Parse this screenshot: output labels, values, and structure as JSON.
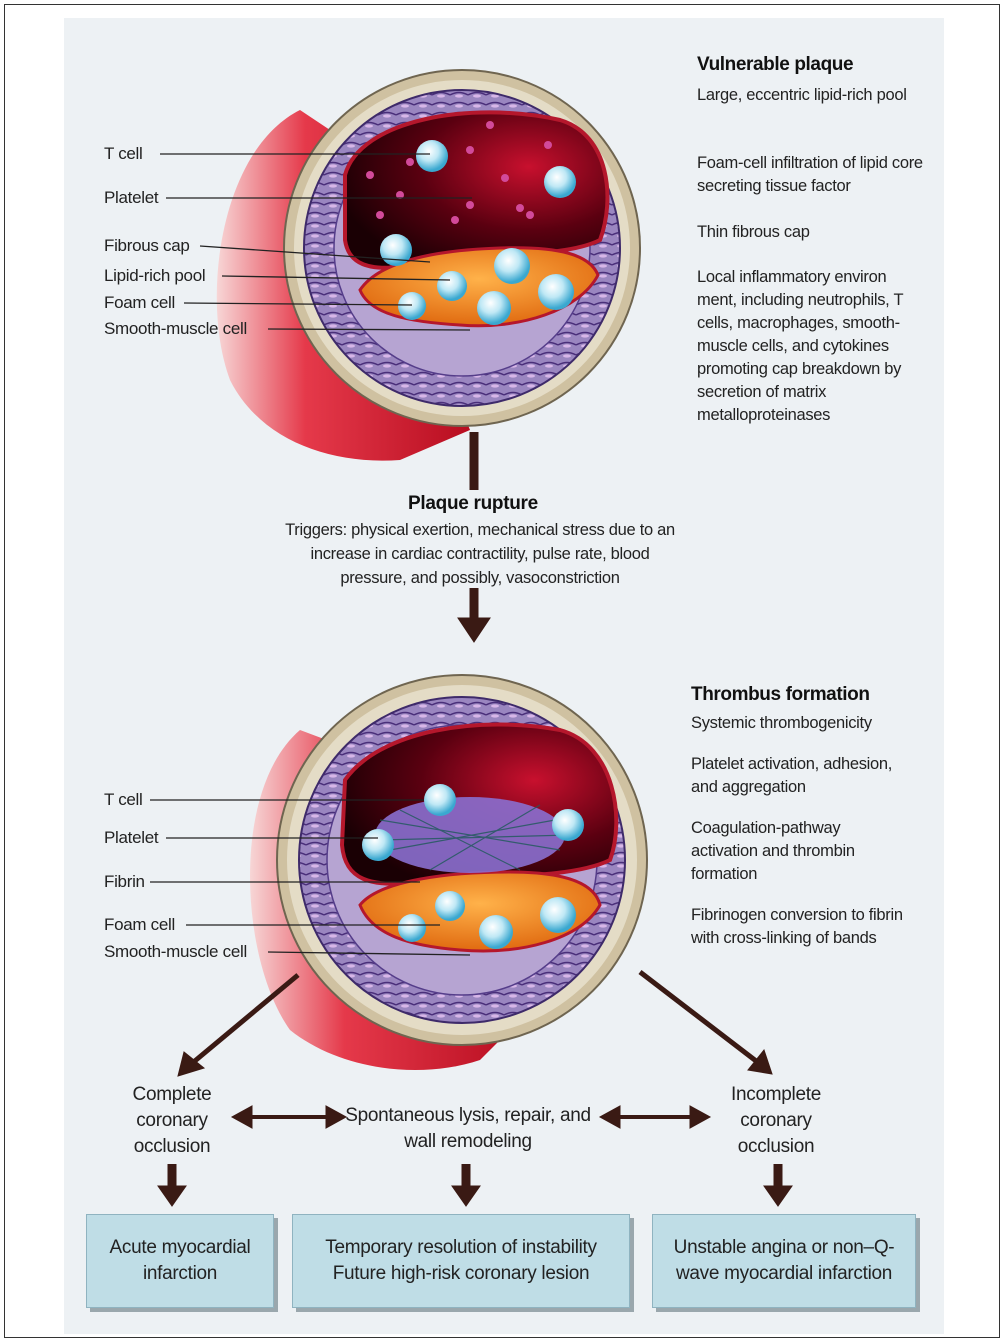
{
  "top_labels": [
    "T cell",
    "Platelet",
    "Fibrous cap",
    "Lipid-rich pool",
    "Foam cell",
    "Smooth-muscle cell"
  ],
  "bottom_labels": [
    "T cell",
    "Platelet",
    "Fibrin",
    "Foam cell",
    "Smooth-muscle cell"
  ],
  "vulnerable": {
    "title": "Vulnerable plaque",
    "items": [
      "Large, eccentric lipid-rich pool",
      "Foam-cell infiltration of lipid core secreting tissue factor",
      "Thin fibrous cap",
      "Local inflammatory environ ment, including neutrophils, T cells, macrophages, smooth-muscle cells, and cytokines promoting cap breakdown by secretion of matrix metalloproteinases"
    ]
  },
  "rupture": {
    "title": "Plaque rupture",
    "text": "Triggers: physical exertion, mechanical stress due to an increase in cardiac contractility, pulse rate, blood pressure, and possibly, vasoconstriction"
  },
  "thrombus": {
    "title": "Thrombus formation",
    "items": [
      "Systemic thrombogenicity",
      "Platelet activation, adhesion, and aggregation",
      "Coagulation-pathway activation and thrombin formation",
      "Fibrinogen conversion to fibrin with cross-linking of bands"
    ]
  },
  "outcomes": {
    "complete": "Complete coronary occlusion",
    "lysis": "Spontaneous lysis, repair, and wall remodeling",
    "incomplete": "Incomplete coronary occlusion"
  },
  "results": {
    "ami": "Acute myocardial infarction",
    "temporary_1": "Temporary resolution of instability",
    "temporary_2": "Future high-risk coronary lesion",
    "unstable": "Unstable angina or non–Q-wave myocardial infarction"
  },
  "colors": {
    "panel": "#edf1f4",
    "blood": "#c8102e",
    "lumen": "#3a0008",
    "lipid": "#f39a2a",
    "media": "#8e7bb5",
    "adventitia": "#d9cdb3",
    "box": "#bfdde6",
    "arrow": "#3a1a14"
  }
}
